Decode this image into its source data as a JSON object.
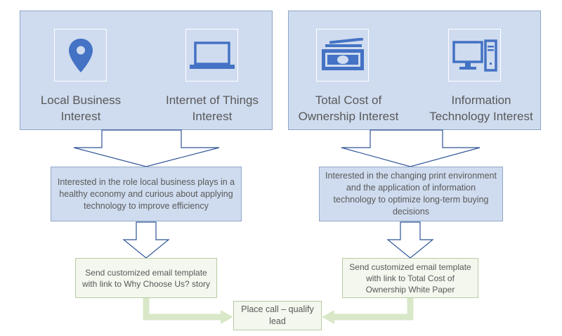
{
  "left_group": {
    "items": [
      {
        "icon": "map-pin-icon",
        "label_1": "Local Business",
        "label_2": "Interest"
      },
      {
        "icon": "laptop-icon",
        "label_1": "Internet of Things",
        "label_2": "Interest"
      }
    ],
    "description": "Interested in the role local business plays in a healthy economy and curious about applying technology to improve efficiency",
    "email_action": "Send customized email template with link to Why Choose Us? story"
  },
  "right_group": {
    "items": [
      {
        "icon": "money-icon",
        "label_1": "Total Cost of",
        "label_2": "Ownership Interest"
      },
      {
        "icon": "desktop-computer-icon",
        "label_1": "Information",
        "label_2": "Technology Interest"
      }
    ],
    "description": "Interested in the changing print environment and the application of information technology to optimize long-term buying decisions",
    "email_action": "Send customized email template with link to Total Cost of Ownership White Paper"
  },
  "final_action": "Place call – qualify lead",
  "colors": {
    "panel_fill": "#cfdcef",
    "panel_border": "#8fa6c8",
    "icon_blue": "#4472c4",
    "arrow_outline": "#2f5597",
    "action_fill": "#f3f7ee",
    "action_border": "#b9cba2",
    "connector_green": "#d9e8c8",
    "text_gray": "#595959"
  }
}
